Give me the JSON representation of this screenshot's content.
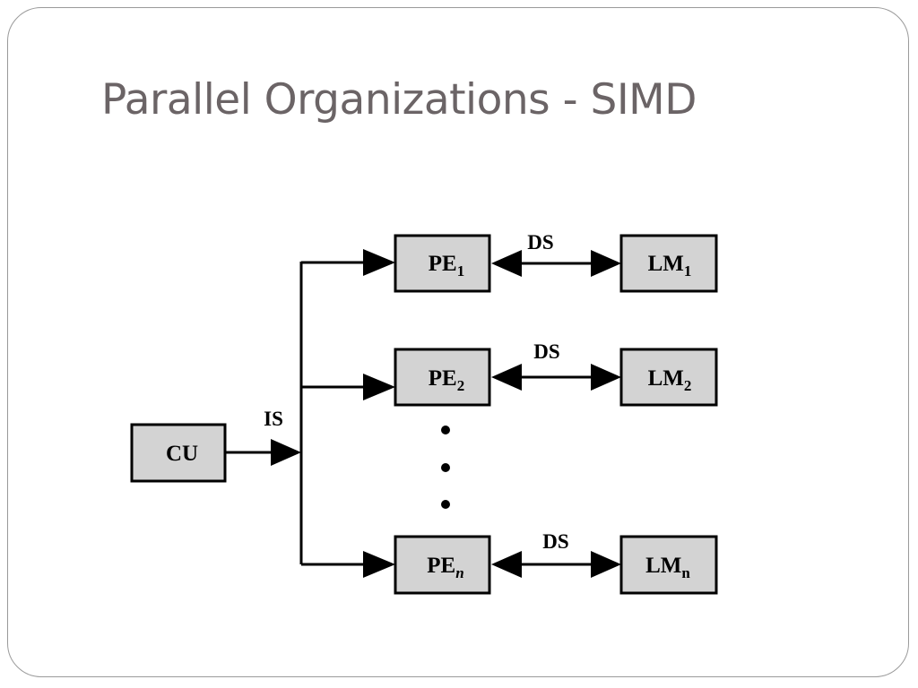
{
  "slide": {
    "title": "Parallel Organizations - SIMD"
  },
  "diagram": {
    "control_unit": {
      "label": "CU"
    },
    "instruction_stream_label": "IS",
    "rows": [
      {
        "pe_label": "PE",
        "pe_subscript": "1",
        "pe_subscript_italic": false,
        "lm_label": "LM",
        "lm_subscript": "1",
        "ds_label": "DS"
      },
      {
        "pe_label": "PE",
        "pe_subscript": "2",
        "pe_subscript_italic": false,
        "lm_label": "LM",
        "lm_subscript": "2",
        "ds_label": "DS"
      },
      {
        "pe_label": "PE",
        "pe_subscript": "n",
        "pe_subscript_italic": true,
        "lm_label": "LM",
        "lm_subscript": "n",
        "ds_label": "DS"
      }
    ],
    "colors": {
      "box_fill": "#d3d3d3",
      "line": "#000000",
      "title": "#6b6466"
    }
  }
}
